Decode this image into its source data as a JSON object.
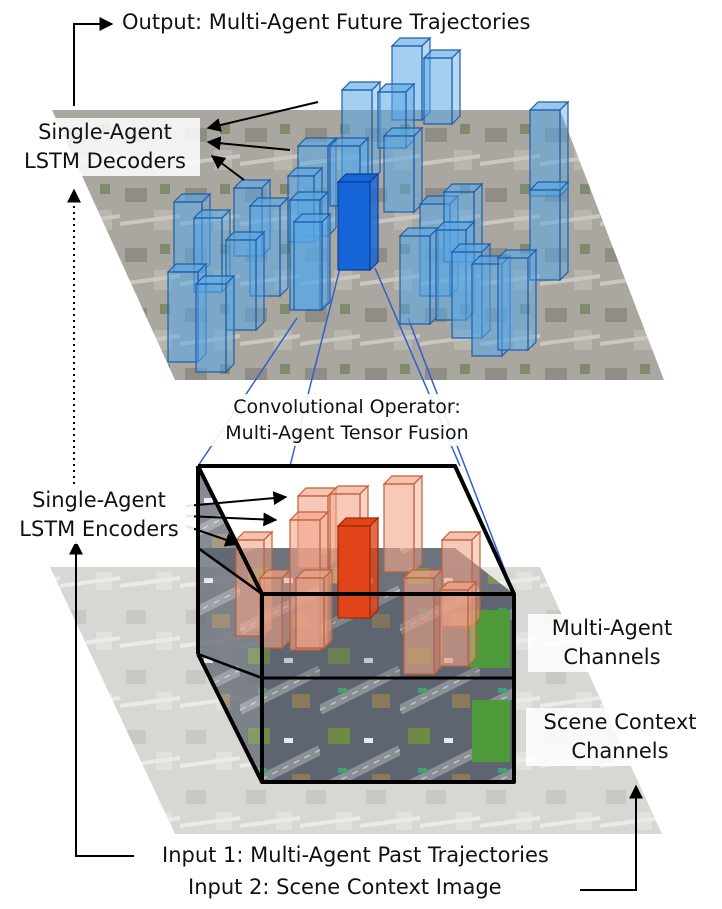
{
  "labels": {
    "output": "Output: Multi-Agent Future Trajectories",
    "decoders_line1": "Single-Agent",
    "decoders_line2": "LSTM Decoders",
    "conv_line1": "Convolutional Operator:",
    "conv_line2": "Multi-Agent Tensor Fusion",
    "encoders_line1": "Single-Agent",
    "encoders_line2": "LSTM Encoders",
    "agent_channels_line1": "Multi-Agent",
    "agent_channels_line2": "Channels",
    "scene_channels_line1": "Scene Context",
    "scene_channels_line2": "Channels",
    "input1": "Input 1: Multi-Agent Past Trajectories",
    "input2": "Input 2: Scene Context Image"
  },
  "colors": {
    "blue_bar": "#5aa8e6",
    "blue_bar_highlight": "#1565d8",
    "orange_bar": "#f2a58a",
    "orange_bar_highlight": "#e2441a",
    "connector_blue": "#2f5fd0",
    "aerial_gray": "#9a9a94"
  }
}
